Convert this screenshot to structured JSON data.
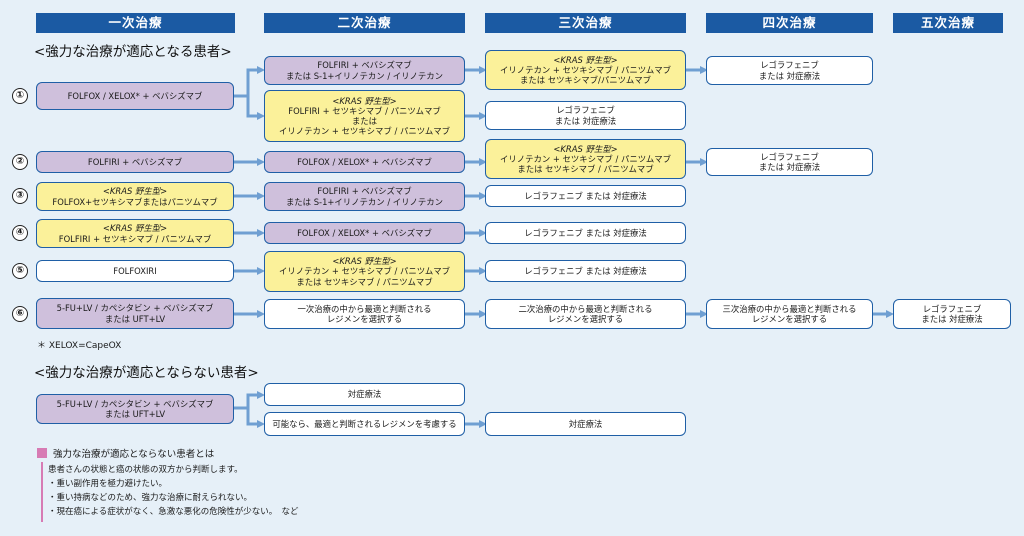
{
  "headers": [
    "一次治療",
    "二次治療",
    "三次治療",
    "四次治療",
    "五次治療"
  ],
  "section1_title": "<強力な治療が適応となる患者>",
  "section2_title": "<強力な治療が適応とならない患者>",
  "row_numbers": [
    "①",
    "②",
    "③",
    "④",
    "⑤",
    "⑥"
  ],
  "boxes": {
    "r1_c1": [
      "FOLFOX / XELOX* + ベバシズマブ"
    ],
    "r1a_c2": [
      "FOLFIRI + ベバシズマブ",
      "または S-1+イリノテカン / イリノテカン"
    ],
    "r1b_c2": [
      "<KRAS 野生型>",
      "FOLFIRI + セツキシマブ / パニツムマブ",
      "または",
      "イリノテカン + セツキシマブ / パニツムマブ"
    ],
    "r1a_c3": [
      "<KRAS 野生型>",
      "イリノテカン + セツキシマブ / パニツムマブ",
      "または セツキシマブ/パニツムマブ"
    ],
    "r1b_c3": [
      "レゴラフェニブ",
      "または 対症療法"
    ],
    "r1a_c4": [
      "レゴラフェニブ",
      "または 対症療法"
    ],
    "r2_c1": [
      "FOLFIRI + ベバシズマブ"
    ],
    "r2_c2": [
      "FOLFOX / XELOX* + ベバシズマブ"
    ],
    "r2_c3": [
      "<KRAS 野生型>",
      "イリノテカン + セツキシマブ / パニツムマブ",
      "または セツキシマブ / パニツムマブ"
    ],
    "r2_c4": [
      "レゴラフェニブ",
      "または 対症療法"
    ],
    "r3_c1": [
      "<KRAS 野生型>",
      "FOLFOX+セツキシマブまたはパニツムマブ"
    ],
    "r3_c2": [
      "FOLFIRI + ベバシズマブ",
      "または S-1+イリノテカン / イリノテカン"
    ],
    "r3_c3": [
      "レゴラフェニブ または 対症療法"
    ],
    "r4_c1": [
      "<KRAS 野生型>",
      "FOLFIRI + セツキシマブ / パニツムマブ"
    ],
    "r4_c2": [
      "FOLFOX / XELOX* + ベバシズマブ"
    ],
    "r4_c3": [
      "レゴラフェニブ または 対症療法"
    ],
    "r5_c1": [
      "FOLFOXIRI"
    ],
    "r5_c2": [
      "<KRAS 野生型>",
      "イリノテカン + セツキシマブ / パニツムマブ",
      "または セツキシマブ / パニツムマブ"
    ],
    "r5_c3": [
      "レゴラフェニブ または 対症療法"
    ],
    "r6_c1": [
      "5-FU+LV / カペシタビン + ベバシズマブ",
      "または UFT+LV"
    ],
    "r6_c2": [
      "一次治療の中から最適と判断される",
      "レジメンを選択する"
    ],
    "r6_c3": [
      "二次治療の中から最適と判断される",
      "レジメンを選択する"
    ],
    "r6_c4": [
      "三次治療の中から最適と判断される",
      "レジメンを選択する"
    ],
    "r6_c5": [
      "レゴラフェニブ",
      "または 対症療法"
    ],
    "s2_c1": [
      "5-FU+LV / カペシタビン + ベバシズマブ",
      "または UFT+LV"
    ],
    "s2a_c2": [
      "対症療法"
    ],
    "s2b_c2": [
      "可能なら、最適と判断されるレジメンを考慮する"
    ],
    "s2b_c3": [
      "対症療法"
    ]
  },
  "footnote": "＊ XELOX=CapeOX",
  "legend": {
    "title": "強力な治療が適応とならない患者とは",
    "lines": [
      "患者さんの状態と癌の状態の双方から判断します。",
      "・重い副作用を極力避けたい。",
      "・重い持病などのため、強力な治療に耐えられない。",
      "・現在癌による症状がなく、急激な悪化の危険性が少ない。　など"
    ]
  },
  "colors": {
    "header_bg": "#1b5aa3",
    "purple_box": "#cfc0dc",
    "yellow_box": "#fbf19a",
    "arrow": "#6f9fd2",
    "legend_marker": "#d77bb4",
    "background": "#e6f0f8"
  }
}
